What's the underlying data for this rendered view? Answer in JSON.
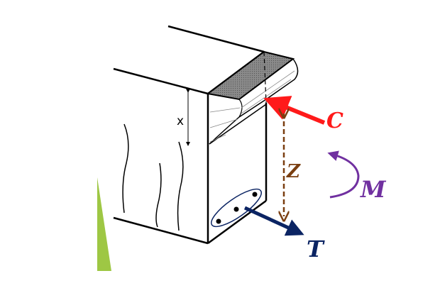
{
  "diagram": {
    "labels": {
      "x": "x",
      "compression": "C",
      "lever_arm": "Z",
      "moment": "M",
      "tension": "T"
    },
    "colors": {
      "compression": "#ff1a1a",
      "lever_arm": "#7a3e10",
      "moment": "#7030a0",
      "tension": "#0b2463",
      "accent": "#9ec744",
      "stress_block": "#8a8a8a"
    }
  }
}
